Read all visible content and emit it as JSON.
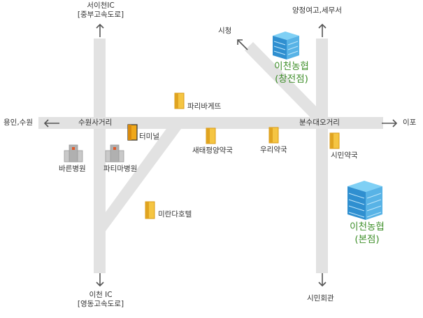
{
  "directions": {
    "north_left": "서이천IC",
    "north_left_sub": "[중부고속도로]",
    "north_right": "양정여고,세무서",
    "northwest": "시청",
    "west": "용인,수원",
    "east": "이포",
    "south_left": "이천 IC",
    "south_left_sub": "[영동고속도로]",
    "south_right": "시민회관"
  },
  "intersections": {
    "left": "수원사거리",
    "right": "분수대오거리"
  },
  "landmarks": {
    "paris": "파리바게뜨",
    "terminal": "터미널",
    "saetae": "새태평양약국",
    "uri": "우리약국",
    "simin_pharmacy": "시민약국",
    "bareun": "바른병원",
    "patima": "파티마병원",
    "miran": "미란다호텔"
  },
  "banks": {
    "branch_name": "이천농협",
    "branch_sub": "(창전점)",
    "main_name": "이천농협",
    "main_sub": "(본점)"
  },
  "colors": {
    "road": "#e2e2e2",
    "arrow": "#555555",
    "bank_text": "#3f8f2a",
    "building_yellow": "#f0b429",
    "building_blue": "#3aa0d8",
    "building_gray": "#b8b8b8"
  }
}
